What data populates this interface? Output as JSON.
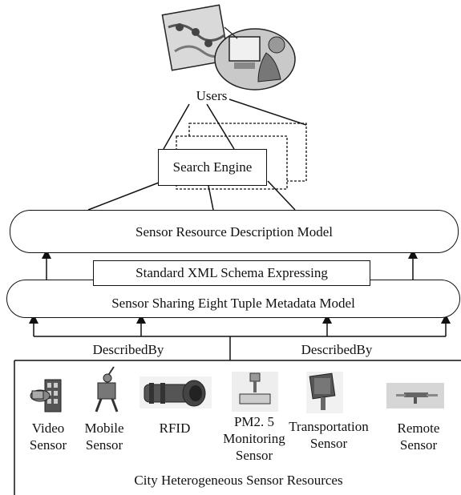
{
  "users": {
    "label": "Users"
  },
  "search_engine": {
    "label": "Search Engine"
  },
  "description_model": {
    "label": "Sensor Resource Description Model"
  },
  "xml_schema": {
    "label": "Standard XML Schema Expressing"
  },
  "metadata_model": {
    "label": "Sensor Sharing Eight Tuple Metadata Model"
  },
  "described_by": {
    "left": "DescribedBy",
    "right": "DescribedBy"
  },
  "resources": {
    "title": "City Heterogeneous Sensor Resources",
    "sensors": [
      {
        "line1": "Video",
        "line2": "Sensor",
        "line3": "",
        "icon": "video-camera-icon"
      },
      {
        "line1": "Mobile",
        "line2": "Sensor",
        "line3": "",
        "icon": "mobile-sensor-icon"
      },
      {
        "line1": "RFID",
        "line2": "",
        "line3": "",
        "icon": "rfid-reader-icon"
      },
      {
        "line1": "PM2. 5",
        "line2": "Monitoring",
        "line3": "Sensor",
        "icon": "pm25-monitor-icon"
      },
      {
        "line1": "Transportation",
        "line2": "Sensor",
        "line3": "",
        "icon": "traffic-sensor-icon"
      },
      {
        "line1": "Remote",
        "line2": "Sensor",
        "line3": "",
        "icon": "remote-sensor-icon"
      }
    ]
  }
}
